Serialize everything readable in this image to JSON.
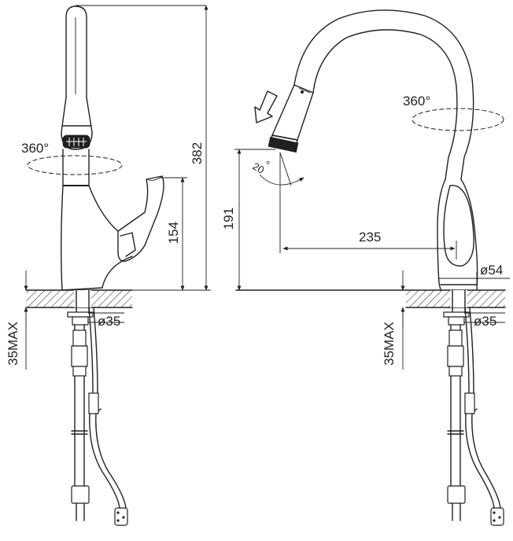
{
  "dimensions": {
    "total_height": "382",
    "handle_height": "154",
    "spout_height": "191",
    "spout_reach": "235",
    "base_diameter": "ø54",
    "hole_diameter_left": "ø35",
    "hole_diameter_right": "ø35",
    "max_deck_thickness_left": "35MAX",
    "max_deck_thickness_right": "35MAX",
    "rotation_left": "360°",
    "rotation_right": "360°",
    "spray_tilt_value": "20",
    "spray_tilt_unit": "°"
  }
}
